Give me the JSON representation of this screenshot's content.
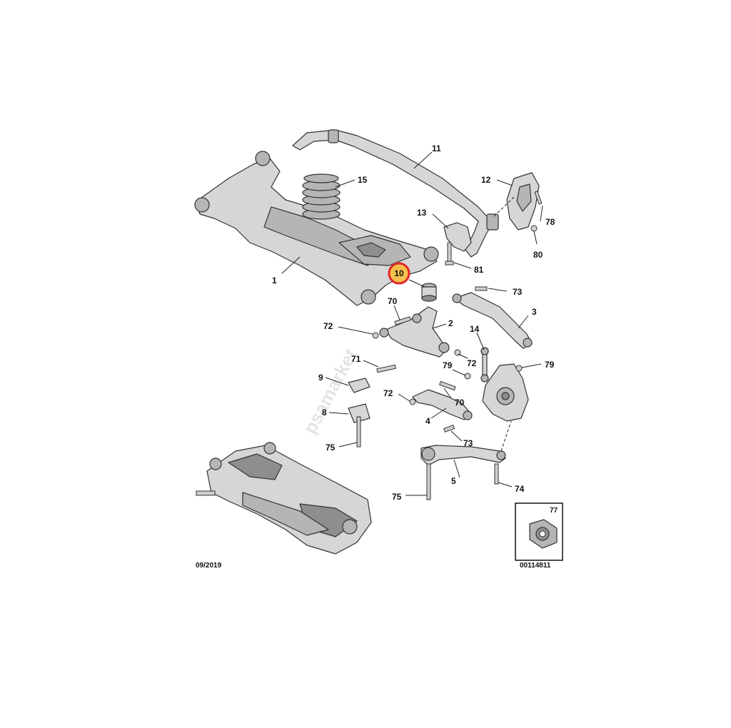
{
  "diagram": {
    "date_code": "09/2019",
    "ref_code": "00114811",
    "watermark": "psamarket",
    "highlighted_part": "10",
    "highlight_color": "#e3262a",
    "highlight_fill": "#f4c24a",
    "detail_box_label": "77",
    "parts": [
      {
        "label": "1"
      },
      {
        "label": "2"
      },
      {
        "label": "3"
      },
      {
        "label": "4"
      },
      {
        "label": "5"
      },
      {
        "label": "8"
      },
      {
        "label": "9"
      },
      {
        "label": "11"
      },
      {
        "label": "12"
      },
      {
        "label": "13"
      },
      {
        "label": "14"
      },
      {
        "label": "15"
      },
      {
        "label": "70"
      },
      {
        "label": "70"
      },
      {
        "label": "71"
      },
      {
        "label": "72"
      },
      {
        "label": "72"
      },
      {
        "label": "72"
      },
      {
        "label": "73"
      },
      {
        "label": "73"
      },
      {
        "label": "74"
      },
      {
        "label": "75"
      },
      {
        "label": "75"
      },
      {
        "label": "78"
      },
      {
        "label": "79"
      },
      {
        "label": "79"
      },
      {
        "label": "80"
      },
      {
        "label": "81"
      }
    ]
  }
}
